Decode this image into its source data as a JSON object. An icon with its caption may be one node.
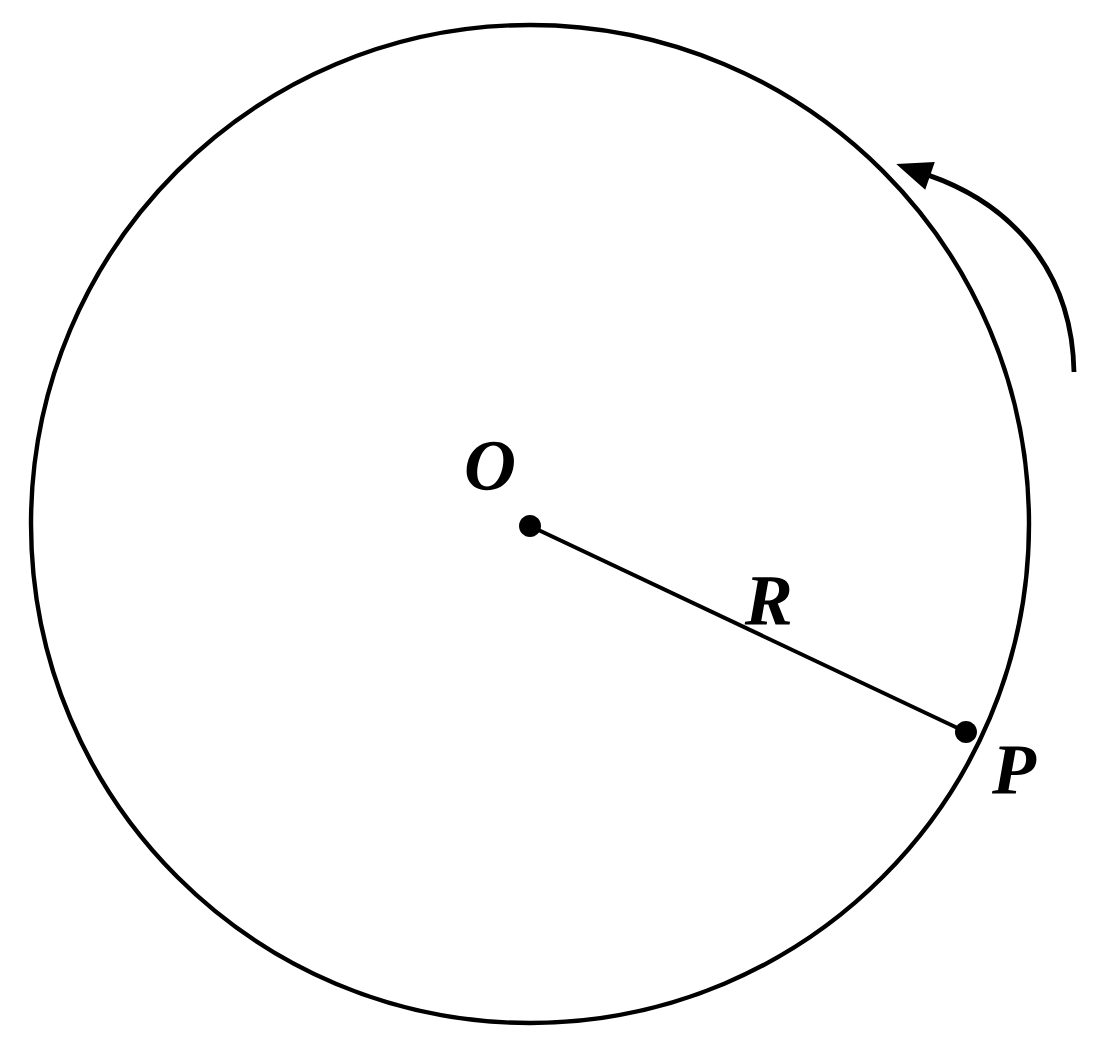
{
  "diagram": {
    "nodes": [
      {
        "text": [],
        "shape": "circle",
        "beside": [
          "O"
        ]
      },
      {
        "text": [],
        "shape": "circle",
        "beside": [
          "P"
        ]
      }
    ],
    "edges": [
      {
        "from": 0,
        "to": 1,
        "arrow": "none",
        "label": "R"
      }
    ]
  }
}
